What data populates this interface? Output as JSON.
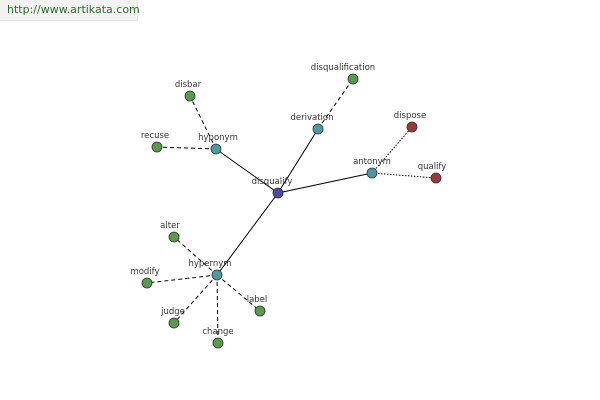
{
  "site": {
    "url": "http://www.artikata.com"
  },
  "colors": {
    "center": "#4b4ba3",
    "relation": "#4e9aa0",
    "word": "#5a9a4e",
    "antonym_word": "#9b3a3a",
    "edge": "#000000"
  },
  "graph": {
    "center": "disqualify",
    "relations": [
      {
        "id": "hyponym",
        "label": "hyponym",
        "words": [
          "disbar",
          "recuse"
        ]
      },
      {
        "id": "derivation",
        "label": "derivation",
        "words": [
          "disqualification"
        ]
      },
      {
        "id": "antonym",
        "label": "antonym",
        "words": [
          "dispose",
          "qualify"
        ]
      },
      {
        "id": "hypernym",
        "label": "hypernym",
        "words": [
          "alter",
          "modify",
          "judge",
          "change",
          "label"
        ]
      }
    ]
  }
}
